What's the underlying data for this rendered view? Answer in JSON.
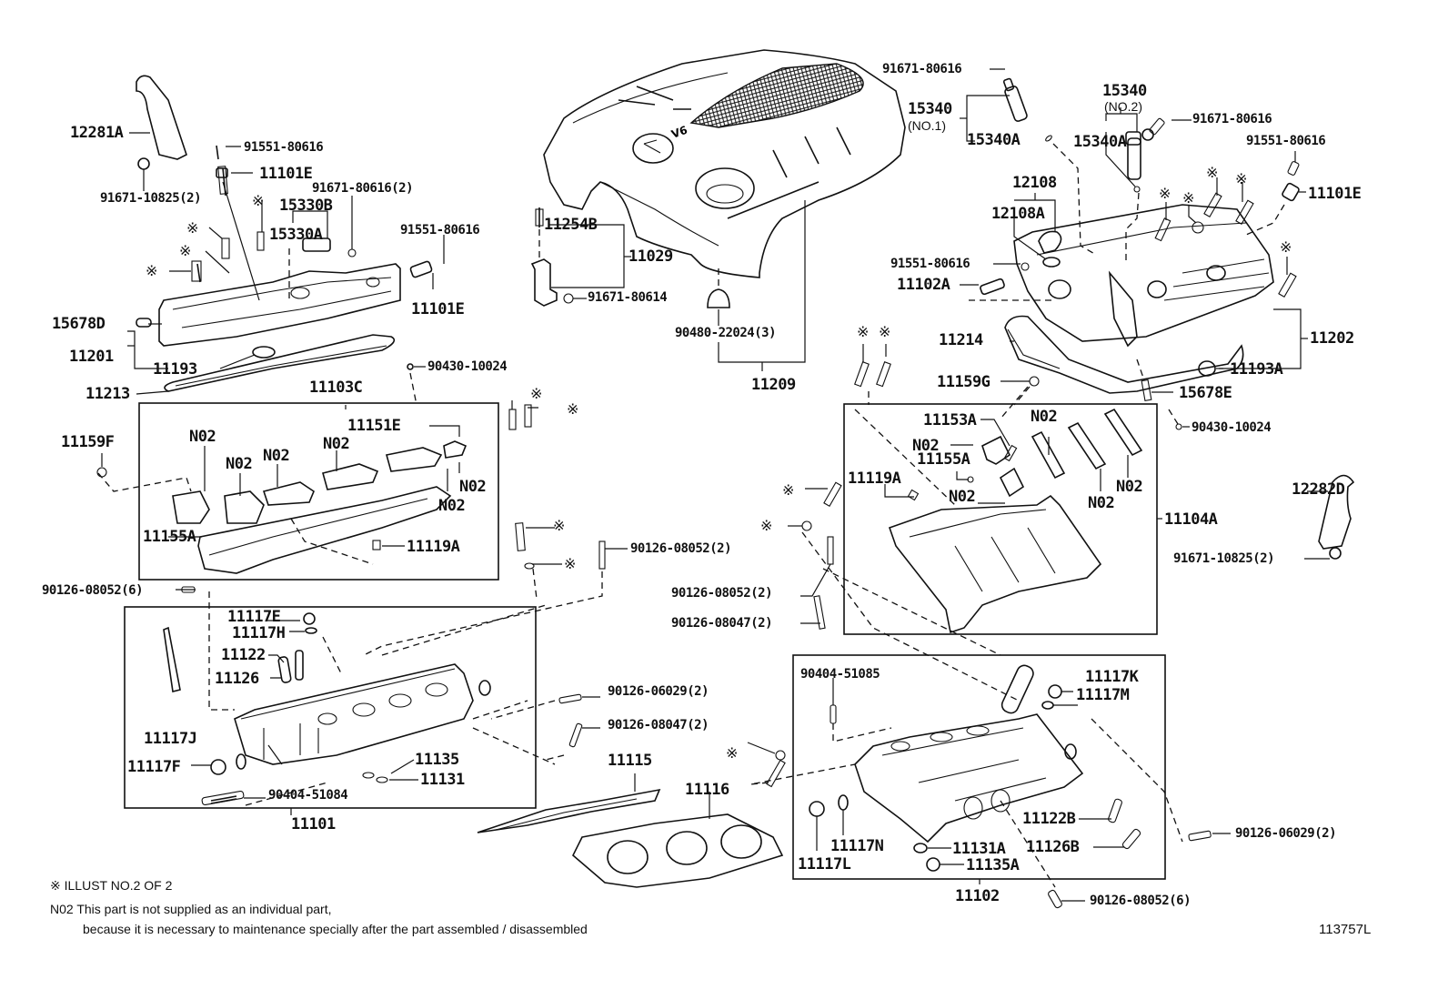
{
  "diagram": {
    "title": "Cylinder Head / Cylinder Head Cover exploded view",
    "reference_code": "113757L",
    "notes": {
      "symbol_note": "※ ILLUST NO.2 OF 2",
      "n02_line1": "N02 This part is not supplied as an individual part,",
      "n02_line2": "because it is necessary to maintenance specially after the part assembled / disassembled"
    },
    "symbol": "※",
    "labels": {
      "l12281A": "12281A",
      "l91551_80616_a": "91551-80616",
      "l91671_10825_a": "91671-10825(2)",
      "l11101E_a": "11101E",
      "l91671_80616_2": "91671-80616(2)",
      "l15330B": "15330B",
      "l15330A": "15330A",
      "l91551_80616_b": "91551-80616",
      "l11101E_b": "11101E",
      "l15678D": "15678D",
      "l11201": "11201",
      "l11193": "11193",
      "l11213": "11213",
      "l90430_10024_a": "90430-10024",
      "l11103C": "11103C",
      "l11151E": "11151E",
      "l11159F": "11159F",
      "n02_1": "N02",
      "n02_2": "N02",
      "n02_3": "N02",
      "n02_4": "N02",
      "n02_5": "N02",
      "n02_6": "N02",
      "l11155A_a": "11155A",
      "l11119A_a": "11119A",
      "l90126_08052_6_a": "90126-08052(6)",
      "l11117E": "11117E",
      "l11117H": "11117H",
      "l11122": "11122",
      "l11126": "11126",
      "l11117J": "11117J",
      "l11117F": "11117F",
      "l11135": "11135",
      "l11131": "11131",
      "l90404_51084": "90404-51084",
      "l11101": "11101",
      "l11254B": "11254B",
      "l11029": "11029",
      "l91671_80614": "91671-80614",
      "l90480_22024": "90480-22024(3)",
      "l11209": "11209",
      "l90126_08052_2_a": "90126-08052(2)",
      "l90126_06029_2_a": "90126-06029(2)",
      "l90126_08047_2_a": "90126-08047(2)",
      "l11115": "11115",
      "l11116": "11116",
      "l90126_08052_2_b": "90126-08052(2)",
      "l90126_08047_2_b": "90126-08047(2)",
      "l91671_80616_a": "91671-80616",
      "l15340_no1": "15340",
      "l15340_no1_sub": "(NO.1)",
      "l15340A_a": "15340A",
      "l15340_no2": "15340",
      "l15340_no2_sub": "(NO.2)",
      "l15340A_b": "15340A",
      "l91671_80616_b": "91671-80616",
      "l91551_80616_c": "91551-80616",
      "l11101E_c": "11101E",
      "l12108": "12108",
      "l12108A": "12108A",
      "l91551_80616_d": "91551-80616",
      "l11102A": "11102A",
      "l11214": "11214",
      "l11202": "11202",
      "l11193A": "11193A",
      "l11159G": "11159G",
      "l15678E": "15678E",
      "l90430_10024_b": "90430-10024",
      "l11153A": "11153A",
      "l11155A_b": "11155A",
      "l11119A_b": "11119A",
      "n02_7": "N02",
      "n02_8": "N02",
      "n02_9": "N02",
      "n02_10": "N02",
      "n02_11": "N02",
      "l11104A": "11104A",
      "l12282D": "12282D",
      "l91671_10825_b": "91671-10825(2)",
      "l90404_51085": "90404-51085",
      "l11117K": "11117K",
      "l11117M": "11117M",
      "l11122B": "11122B",
      "l11126B": "11126B",
      "l11117N": "11117N",
      "l11117L": "11117L",
      "l11131A": "11131A",
      "l11135A": "11135A",
      "l11102": "11102",
      "l90126_08052_6_b": "90126-08052(6)",
      "l90126_06029_2_b": "90126-06029(2)"
    }
  }
}
